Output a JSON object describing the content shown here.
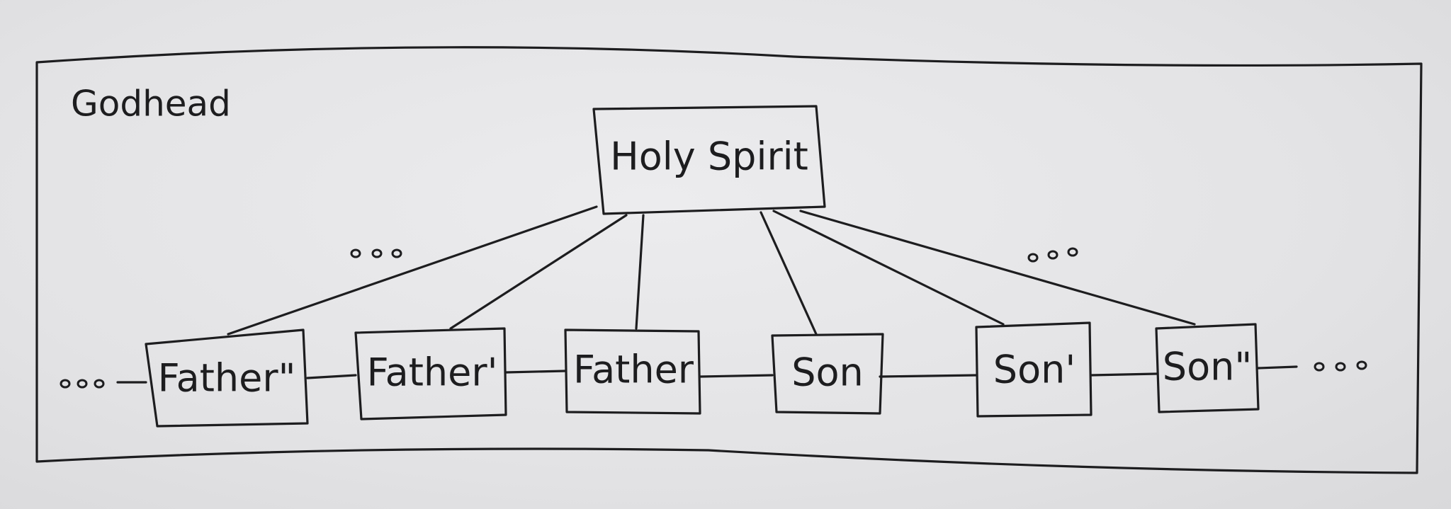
{
  "diagram": {
    "container_label": "Godhead",
    "top_node": "Holy Spirit",
    "chain_nodes": [
      "Father\"",
      "Father'",
      "Father",
      "Son",
      "Son'",
      "Son\""
    ],
    "ellipsis": "..."
  },
  "colors": {
    "paper": "#e4e4e6",
    "ink": "#1d1d1f"
  }
}
